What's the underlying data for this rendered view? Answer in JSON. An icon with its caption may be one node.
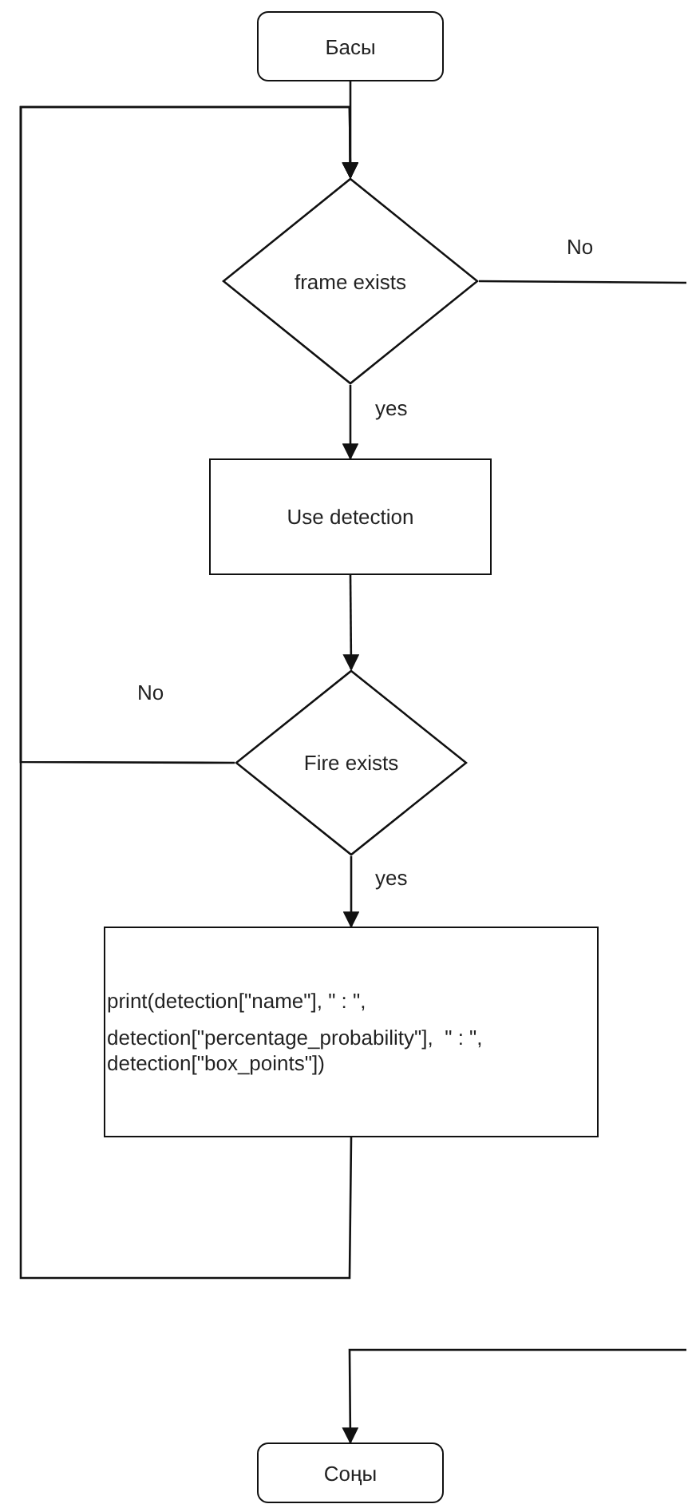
{
  "diagram": {
    "nodes": [
      {
        "text": [
          "Басы"
        ]
      },
      {
        "text": [
          "frame exists"
        ]
      },
      {
        "text": [
          "Use detection"
        ]
      },
      {
        "text": [
          "Fire exists"
        ]
      },
      {
        "text": [
          "print(detection[\"name\"], \" : \",",
          "detection[\"percentage_probability\"],  \" : \", detection[\"box_points\"])"
        ]
      },
      {
        "text": [
          "Соңы"
        ]
      }
    ],
    "edges": [
      {
        "from": 0,
        "to": 1,
        "arrow": "to"
      },
      {
        "from": 1,
        "to": 2,
        "arrow": "to",
        "label": "yes"
      },
      {
        "from": 2,
        "to": 3,
        "arrow": "to"
      },
      {
        "from": 3,
        "to": 4,
        "arrow": "to",
        "label": "yes"
      },
      {
        "from": 3,
        "to": 1,
        "arrow": "to",
        "label": "No"
      },
      {
        "from": 4,
        "to": 1,
        "arrow": "to"
      },
      {
        "from": 1,
        "to": null,
        "arrow": "none",
        "label": "No"
      },
      {
        "from": null,
        "to": 5,
        "arrow": "to"
      }
    ]
  }
}
